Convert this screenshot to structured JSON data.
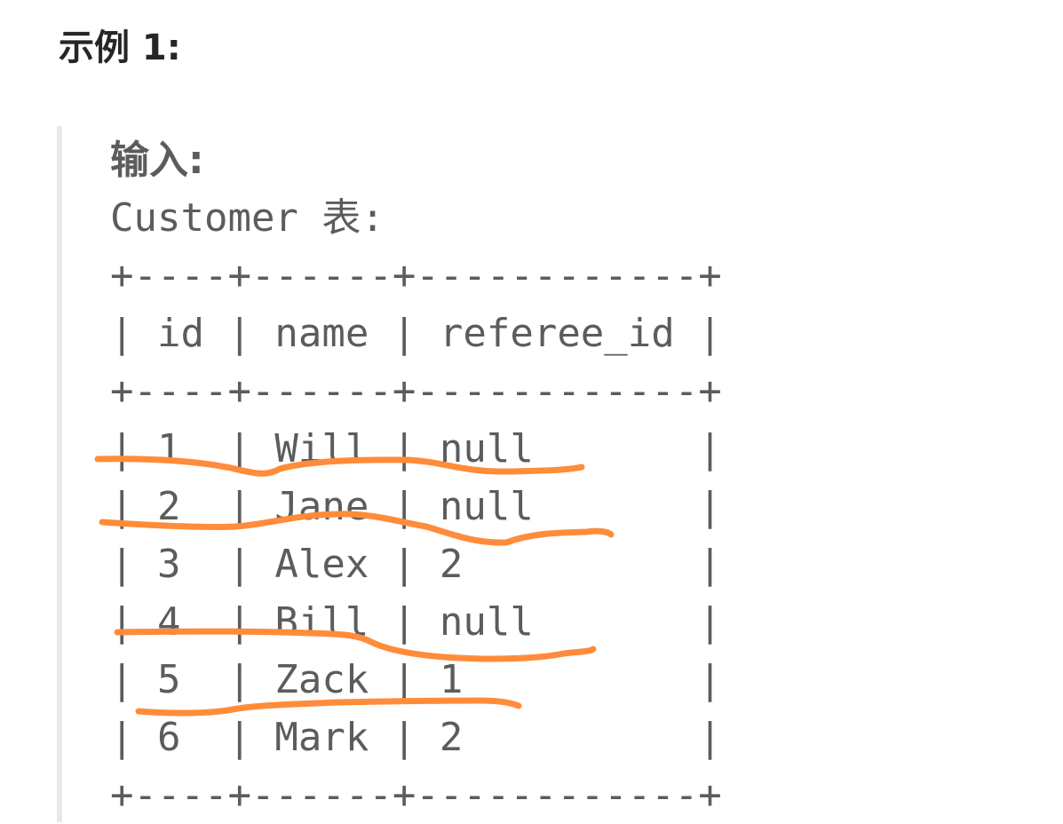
{
  "heading": "示例 1:",
  "input_label": "输入:",
  "table_caption": "Customer 表:",
  "table": {
    "border": "+----+------+------------+",
    "header": "| id | name | referee_id |",
    "rows": [
      "| 1  | Will | null       |",
      "| 2  | Jane | null       |",
      "| 3  | Alex | 2          |",
      "| 4  | Bill | null       |",
      "| 5  | Zack | 1          |",
      "| 6  | Mark | 2          |"
    ]
  },
  "colors": {
    "text": "#5c5c5c",
    "heading": "#262626",
    "quote_bar": "#e8e8e8",
    "annotation": "#ff8c3a"
  }
}
